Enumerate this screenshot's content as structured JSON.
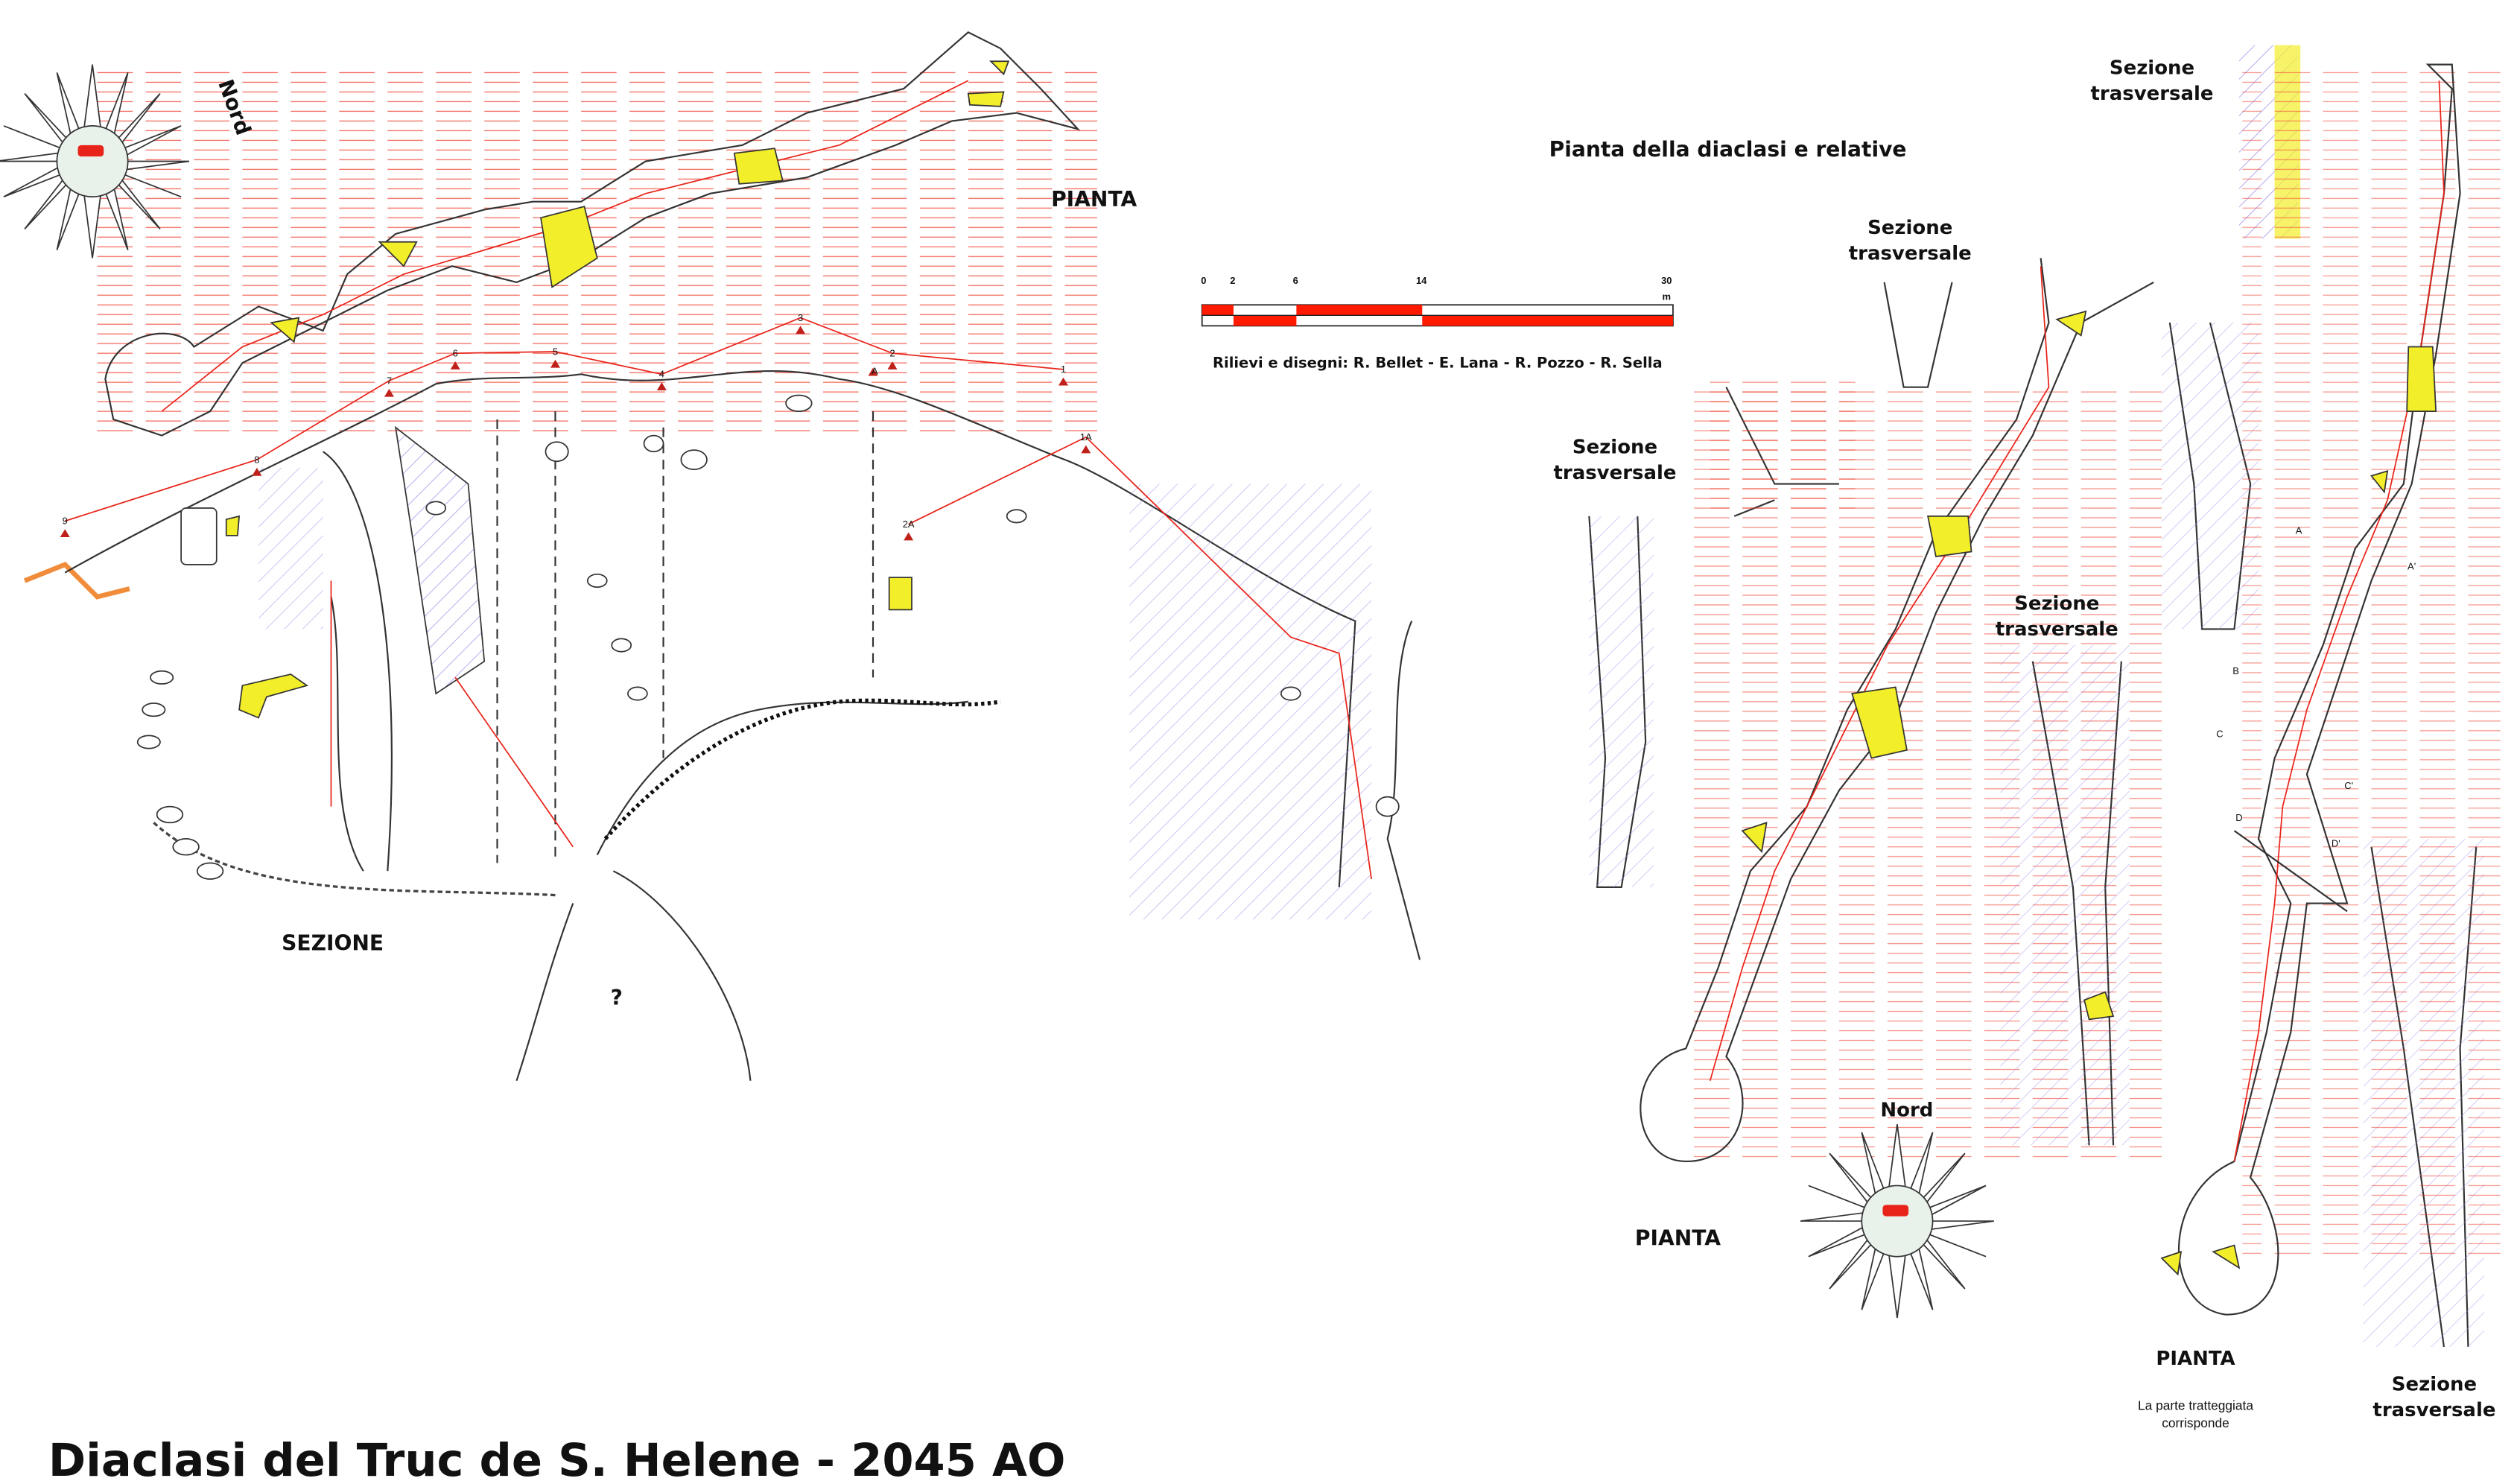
{
  "title": "Diaclasi del Truc de S. Helene - 2045 AO",
  "subtitle": "Pianta della diaclasi e relative",
  "credits": "Rilievi e disegni: R. Bellet - E. Lana - R. Pozzo - R. Sella",
  "scale_bar": {
    "ticks": [
      "0",
      "2",
      "6",
      "14",
      "30"
    ],
    "unit": "m",
    "values_m": [
      0,
      2,
      6,
      14,
      30
    ]
  },
  "labels": {
    "pianta_top": "PIANTA",
    "sezione": "SEZIONE",
    "pianta_mid": "PIANTA",
    "pianta_right": "PIANTA",
    "note_line1": "La parte tratteggiata",
    "note_line2": "corrisponde",
    "question": "?",
    "sezione_trasversale_1": [
      "Sezione",
      "trasversale"
    ],
    "sezione_trasversale_2": [
      "Sezione",
      "trasversale"
    ],
    "sezione_trasversale_3": [
      "Sezione",
      "trasversale"
    ],
    "sezione_trasversale_4": [
      "Sezione",
      "trasversale"
    ],
    "sezione_trasversale_5": [
      "Sezione",
      "trasversale"
    ]
  },
  "compass": [
    {
      "label": "Nord",
      "icon": "compass-rose-icon"
    },
    {
      "label": "Nord",
      "icon": "compass-rose-icon"
    }
  ],
  "section_stations": [
    "9",
    "8",
    "7",
    "6",
    "5",
    "4",
    "3",
    "A",
    "2",
    "1",
    "1A",
    "2A"
  ],
  "plan_markers": [
    "A",
    "B",
    "C",
    "D",
    "A'",
    "C'",
    "D'"
  ],
  "colors": {
    "survey_line": "#e8241a",
    "rock_fill": "#f3ee2a",
    "hatch_red": "#f04030",
    "hatch_violet": "#a58ee6",
    "scale_red": "#ff1a00"
  }
}
